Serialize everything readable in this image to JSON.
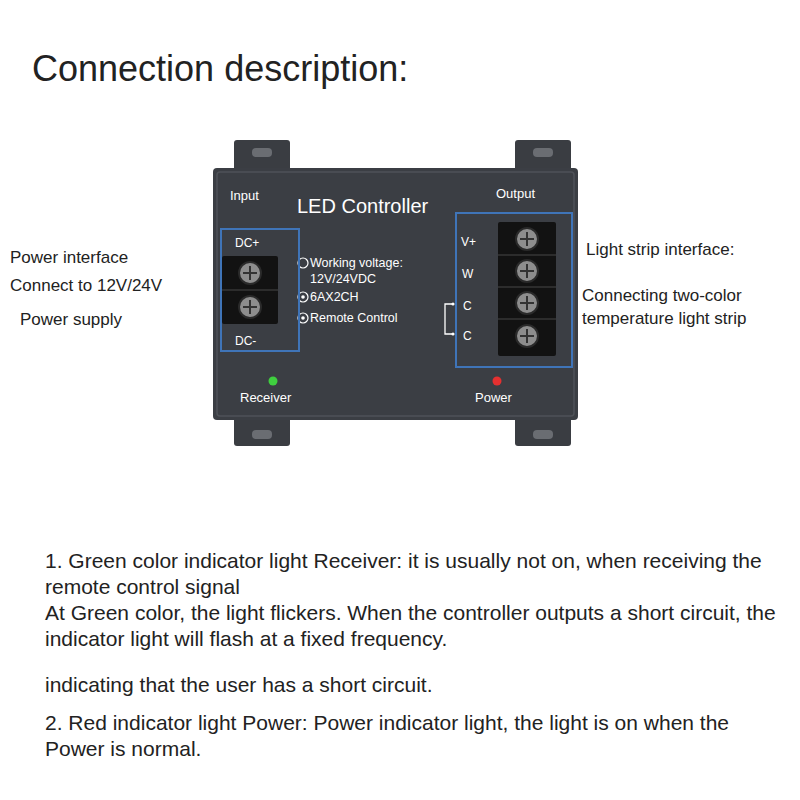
{
  "diagram": {
    "title": "Connection description:",
    "nodes": [
      {
        "text": [
          "Input",
          "LED Controller",
          "Output",
          "Working voltage: 12V/24VDC",
          "6AX2CH",
          "Remote Control",
          "Receiver",
          "Power"
        ]
      },
      {
        "text": [
          "DC+",
          "DC-"
        ],
        "in": 0
      },
      {
        "text": [
          "V+",
          "W",
          "C",
          "C"
        ],
        "in": 0
      }
    ],
    "labels": [
      "Power interface",
      "Connect to 12V/24V",
      "Power supply",
      "Light strip interface:",
      "Connecting two-color temperature light strip",
      "1. Green color indicator light Receiver: it is usually not on, when receiving the remote control signal",
      "At Green color, the light flickers. When the controller outputs a short circuit, the indicator light will flash at a fixed frequency.",
      "indicating that the user has a short circuit.",
      "2. Red indicator light Power: Power indicator light, the light is on when the Power is normal."
    ]
  }
}
